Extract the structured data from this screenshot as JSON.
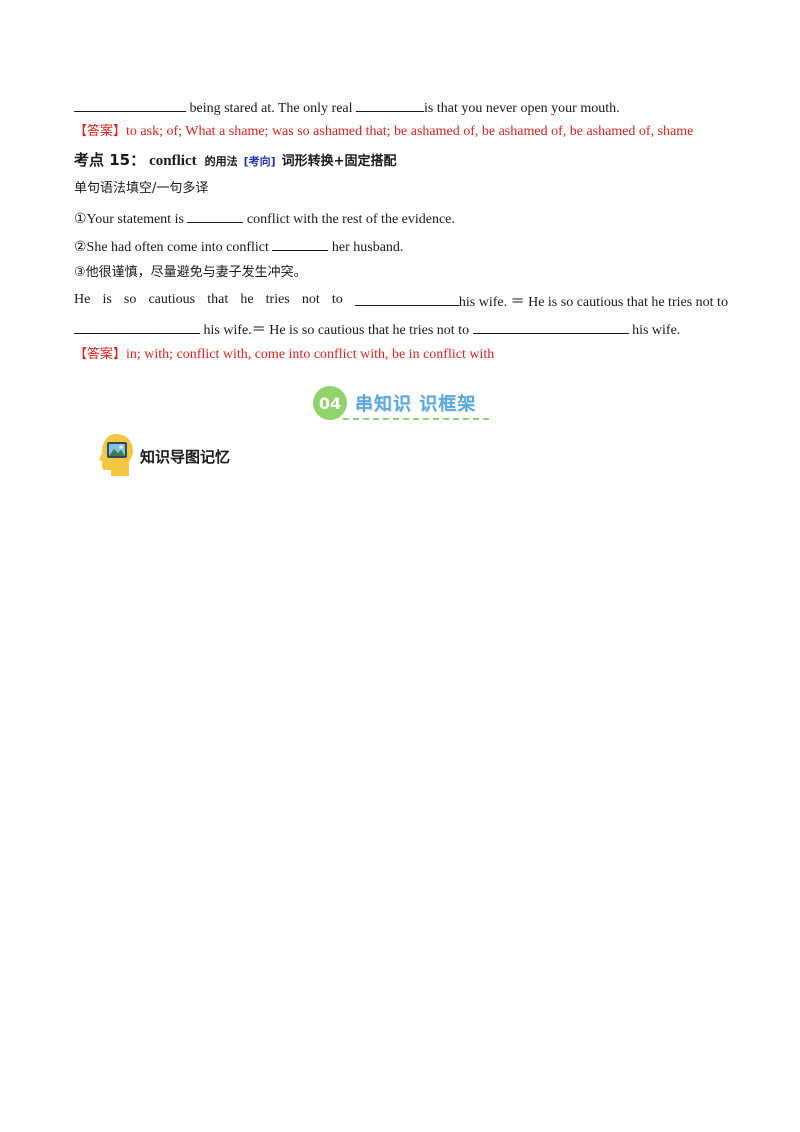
{
  "prev_item": {
    "text1": "being stared at. The only real",
    "text2": "is that you never open your mouth."
  },
  "prev_answer": {
    "label": "【答案】",
    "text": "to ask; of; What a shame; was so ashamed that; be ashamed of, be ashamed of, be ashamed of, shame"
  },
  "point15": {
    "label": "考点 15：",
    "word": "conflict",
    "usage": "的用法",
    "tag": "[考向]",
    "focus": "词形转换+固定搭配"
  },
  "exercise_type": "单句语法填空/一句多译",
  "items": {
    "q1_prefix": "①Your statement is",
    "q1_suffix": "conflict with the rest of the evidence.",
    "q2_prefix": "②She had often come into conflict",
    "q2_suffix": "her husband.",
    "q3": "③他很谨慎，尽量避免与妻子发生冲突。",
    "tr_words": [
      "He",
      "is",
      "so",
      "cautious",
      "that",
      "he",
      "tries",
      "not",
      "to"
    ],
    "tr_mid": "his wife. ＝ He is so cautious that he tries not to",
    "tr_line2_a": "his wife.＝  He is so cautious that he tries not to",
    "tr_line2_b": "his wife."
  },
  "answer15": {
    "label": "【答案】",
    "text": "in; with; conflict with, come into conflict with, be in conflict with"
  },
  "section04": {
    "number": "04",
    "title": "串知识 识框架"
  },
  "mindmap": {
    "title": "知识导图记忆",
    "icon": "head-icon"
  },
  "colors": {
    "answer": "#e8201c",
    "tag": "#2233cc",
    "badge_green": "#8fd36b",
    "badge_blue": "#5aa8e0"
  }
}
